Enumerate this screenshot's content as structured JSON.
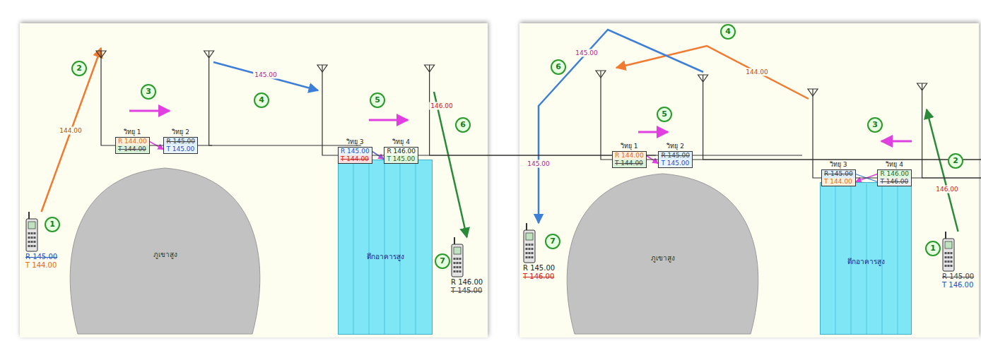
{
  "diagram": {
    "nodes": [
      {
        "text": [
          "R 145.00",
          "T 144.00"
        ]
      },
      {
        "text": [
          "ภูเขาสูง"
        ]
      },
      {
        "text": [
          "วิทยุ 1",
          "R 144.00",
          "T 144.00"
        ]
      },
      {
        "text": [
          "วิทยุ 2",
          "R 145.00",
          "T 145.00"
        ]
      },
      {
        "text": [
          "ตึกอาคารสูง"
        ]
      },
      {
        "text": [
          "วิทยุ 3",
          "R 145.00",
          "T 144.00"
        ]
      },
      {
        "text": [
          "วิทยุ 4",
          "R 146.00",
          "T 145.00"
        ]
      },
      {
        "text": [
          "R 146.00",
          "T 145.00"
        ]
      },
      {
        "text": [
          "R 145.00",
          "T 146.00"
        ]
      },
      {
        "text": [
          "ภูเขาสูง"
        ]
      },
      {
        "text": [
          "วิทยุ 1",
          "R 144.00",
          "T 144.00"
        ]
      },
      {
        "text": [
          "วิทยุ 2",
          "R 145.00",
          "T 145.00"
        ]
      },
      {
        "text": [
          "ตึกอาคารสูง"
        ]
      },
      {
        "text": [
          "วิทยุ 3",
          "R 145.00",
          "T 144.00"
        ]
      },
      {
        "text": [
          "วิทยุ 4",
          "R 146.00",
          "T 146.00"
        ]
      },
      {
        "text": [
          "R 145.00",
          "T 146.00"
        ]
      }
    ],
    "edges": [
      {
        "from": 0,
        "to": 2,
        "arrow": "to",
        "label": "144.00"
      },
      {
        "from": 2,
        "to": 3,
        "arrow": "to"
      },
      {
        "from": 3,
        "to": 5,
        "arrow": "to",
        "label": "145.00"
      },
      {
        "from": 5,
        "to": 6,
        "arrow": "to"
      },
      {
        "from": 6,
        "to": 7,
        "arrow": "to",
        "label": "146.00"
      },
      {
        "from": 15,
        "to": 14,
        "arrow": "to",
        "label": "146.00"
      },
      {
        "from": 14,
        "to": 13,
        "arrow": "to"
      },
      {
        "from": 13,
        "to": 10,
        "arrow": "to",
        "label": "144.00"
      },
      {
        "from": 10,
        "to": 11,
        "arrow": "to"
      },
      {
        "from": 11,
        "to": 8,
        "arrow": "to",
        "label": "145.00"
      }
    ],
    "labels": [
      "1",
      "2",
      "3",
      "4",
      "5",
      "6",
      "7",
      "1",
      "2",
      "3",
      "4",
      "5",
      "6",
      "7",
      "145.00"
    ]
  }
}
